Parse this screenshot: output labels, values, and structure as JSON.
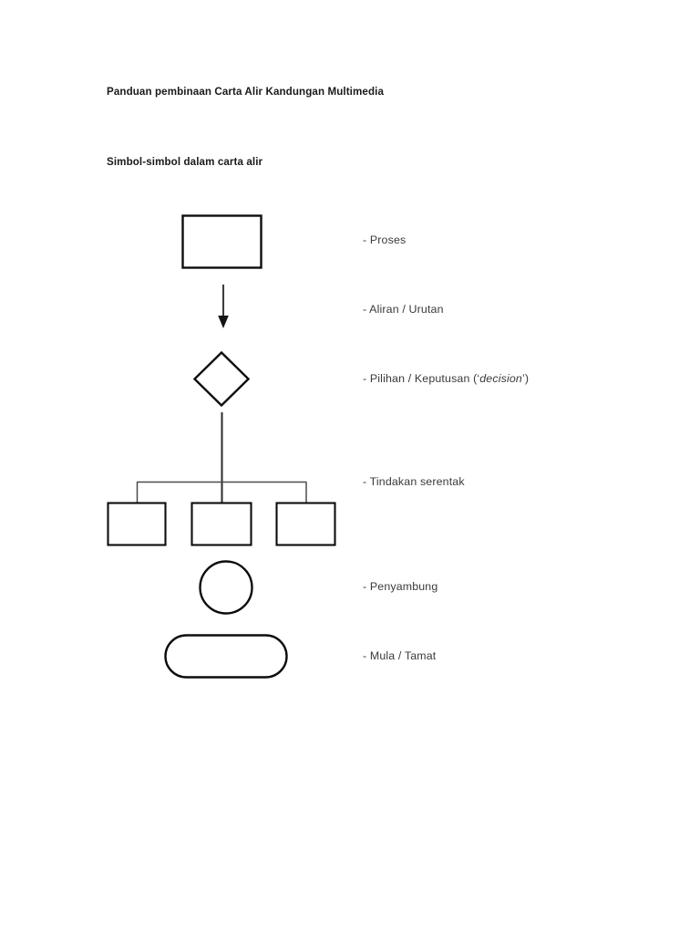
{
  "document": {
    "title": "Panduan pembinaan Carta Alir Kandungan Multimedia",
    "section_title": "Simbol-simbol dalam carta alir",
    "background_color": "#ffffff",
    "ink_color": "#0d0d0d"
  },
  "legend": [
    {
      "symbol": "rectangle",
      "symbol_name": "process-rectangle",
      "label": "- Proses"
    },
    {
      "symbol": "arrow",
      "symbol_name": "flow-arrow",
      "label": "- Aliran / Urutan"
    },
    {
      "symbol": "diamond",
      "symbol_name": "decision-diamond",
      "label_prefix": "- Pilihan / Keputusan (‘",
      "label_emphasis": "decision",
      "label_suffix": "’)",
      "label": "- Pilihan / Keputusan (‘decision’)"
    },
    {
      "symbol": "parallel-branches",
      "symbol_name": "concurrent-action-group",
      "label": "- Tindakan serentak"
    },
    {
      "symbol": "circle",
      "symbol_name": "connector-circle",
      "label": "- Penyambung"
    },
    {
      "symbol": "stadium",
      "symbol_name": "terminator-stadium",
      "label": "- Mula / Tamat"
    }
  ]
}
